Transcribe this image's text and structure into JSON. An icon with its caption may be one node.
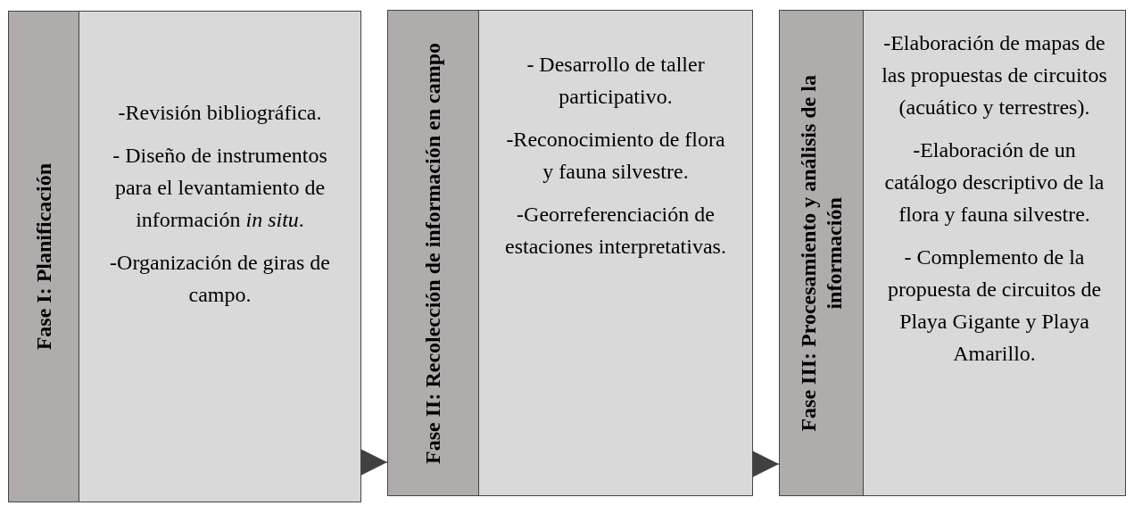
{
  "diagram": {
    "nodes": [
      {
        "text": [
          "Fase I: Planificación"
        ]
      },
      {
        "text": [
          "-Revisión bibliográfica.",
          "- Diseño de instrumentos para el levantamiento de información *in situ*.",
          "-Organización de giras de campo."
        ]
      },
      {
        "text": [
          "Fase II: Recolección de información en campo"
        ]
      },
      {
        "text": [
          "- Desarrollo de taller participativo.",
          "-Reconocimiento de flora y fauna silvestre.",
          "-Georreferenciación de estaciones interpretativas."
        ]
      },
      {
        "text": [
          "Fase III: Procesamiento y análisis de la información"
        ]
      },
      {
        "text": [
          "-Elaboración de mapas de las propuestas de circuitos (acuático y terrestres).",
          "-Elaboración de un catálogo descriptivo de la flora y fauna silvestre.",
          "- Complemento de la propuesta de circuitos de Playa Gigante y Playa Amarillo."
        ]
      }
    ],
    "edges": [
      {
        "from": 1,
        "to": 2,
        "arrow": "to"
      },
      {
        "from": 3,
        "to": 4,
        "arrow": "to"
      }
    ]
  }
}
